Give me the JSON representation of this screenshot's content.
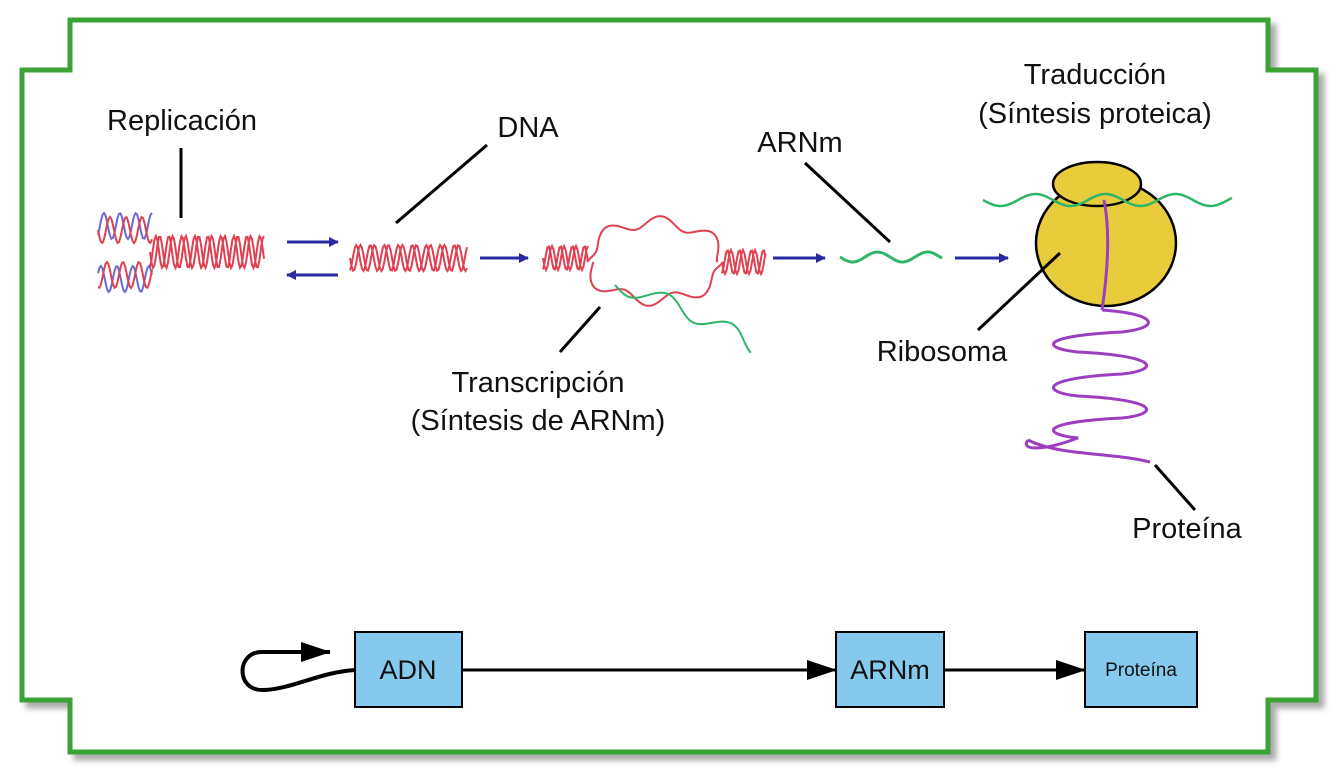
{
  "labels": {
    "replication": "Replicación",
    "dna": "DNA",
    "mrna": "ARNm",
    "translation": "Traducción",
    "translation_sub": "(Síntesis proteica)",
    "transcription": "Transcripción",
    "transcription_sub": "(Síntesis de ARNm)",
    "ribosome": "Ribosoma",
    "protein": "Proteína"
  },
  "flow": {
    "dna_box": "ADN",
    "mrna_box": "ARNm",
    "protein_box": "Proteína"
  },
  "colors": {
    "frame": "#3aa335",
    "dna_strand": "#e04050",
    "parent_strand": "#6a6ad8",
    "mrna_strand": "#2fb56a",
    "protein_chain": "#9b3fc0",
    "ribosome": "#e8cc3c",
    "arrow": "#2a2aa0",
    "box_fill": "#86c9ee"
  }
}
